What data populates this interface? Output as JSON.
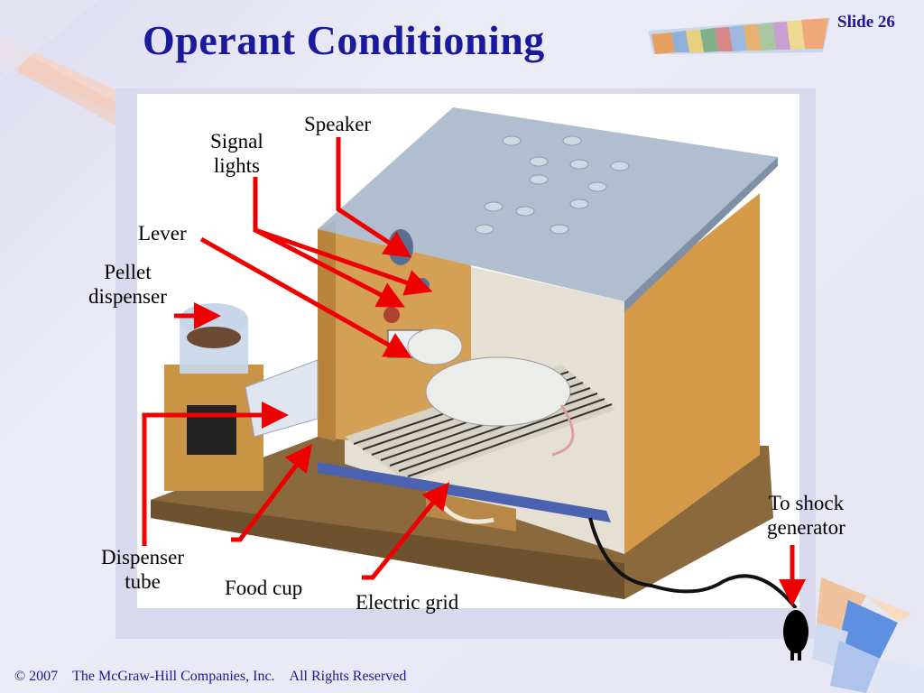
{
  "slide": {
    "title": "Operant Conditioning",
    "number_label": "Slide 26"
  },
  "labels": {
    "speaker": "Speaker",
    "signal_lights": [
      "Signal",
      "lights"
    ],
    "lever": "Lever",
    "pellet_dispenser": [
      "Pellet",
      "dispenser"
    ],
    "dispenser_tube": [
      "Dispenser",
      "tube"
    ],
    "food_cup": "Food cup",
    "electric_grid": "Electric grid",
    "shock_generator": [
      "To shock",
      "generator"
    ]
  },
  "footer": {
    "copyright": "© 2007",
    "company": "The McGraw-Hill Companies, Inc.",
    "rights": "All Rights Reserved"
  },
  "colors": {
    "title": "#1a1a9c",
    "arrow": "#ee0000",
    "box_wood": "#d4a055"
  }
}
